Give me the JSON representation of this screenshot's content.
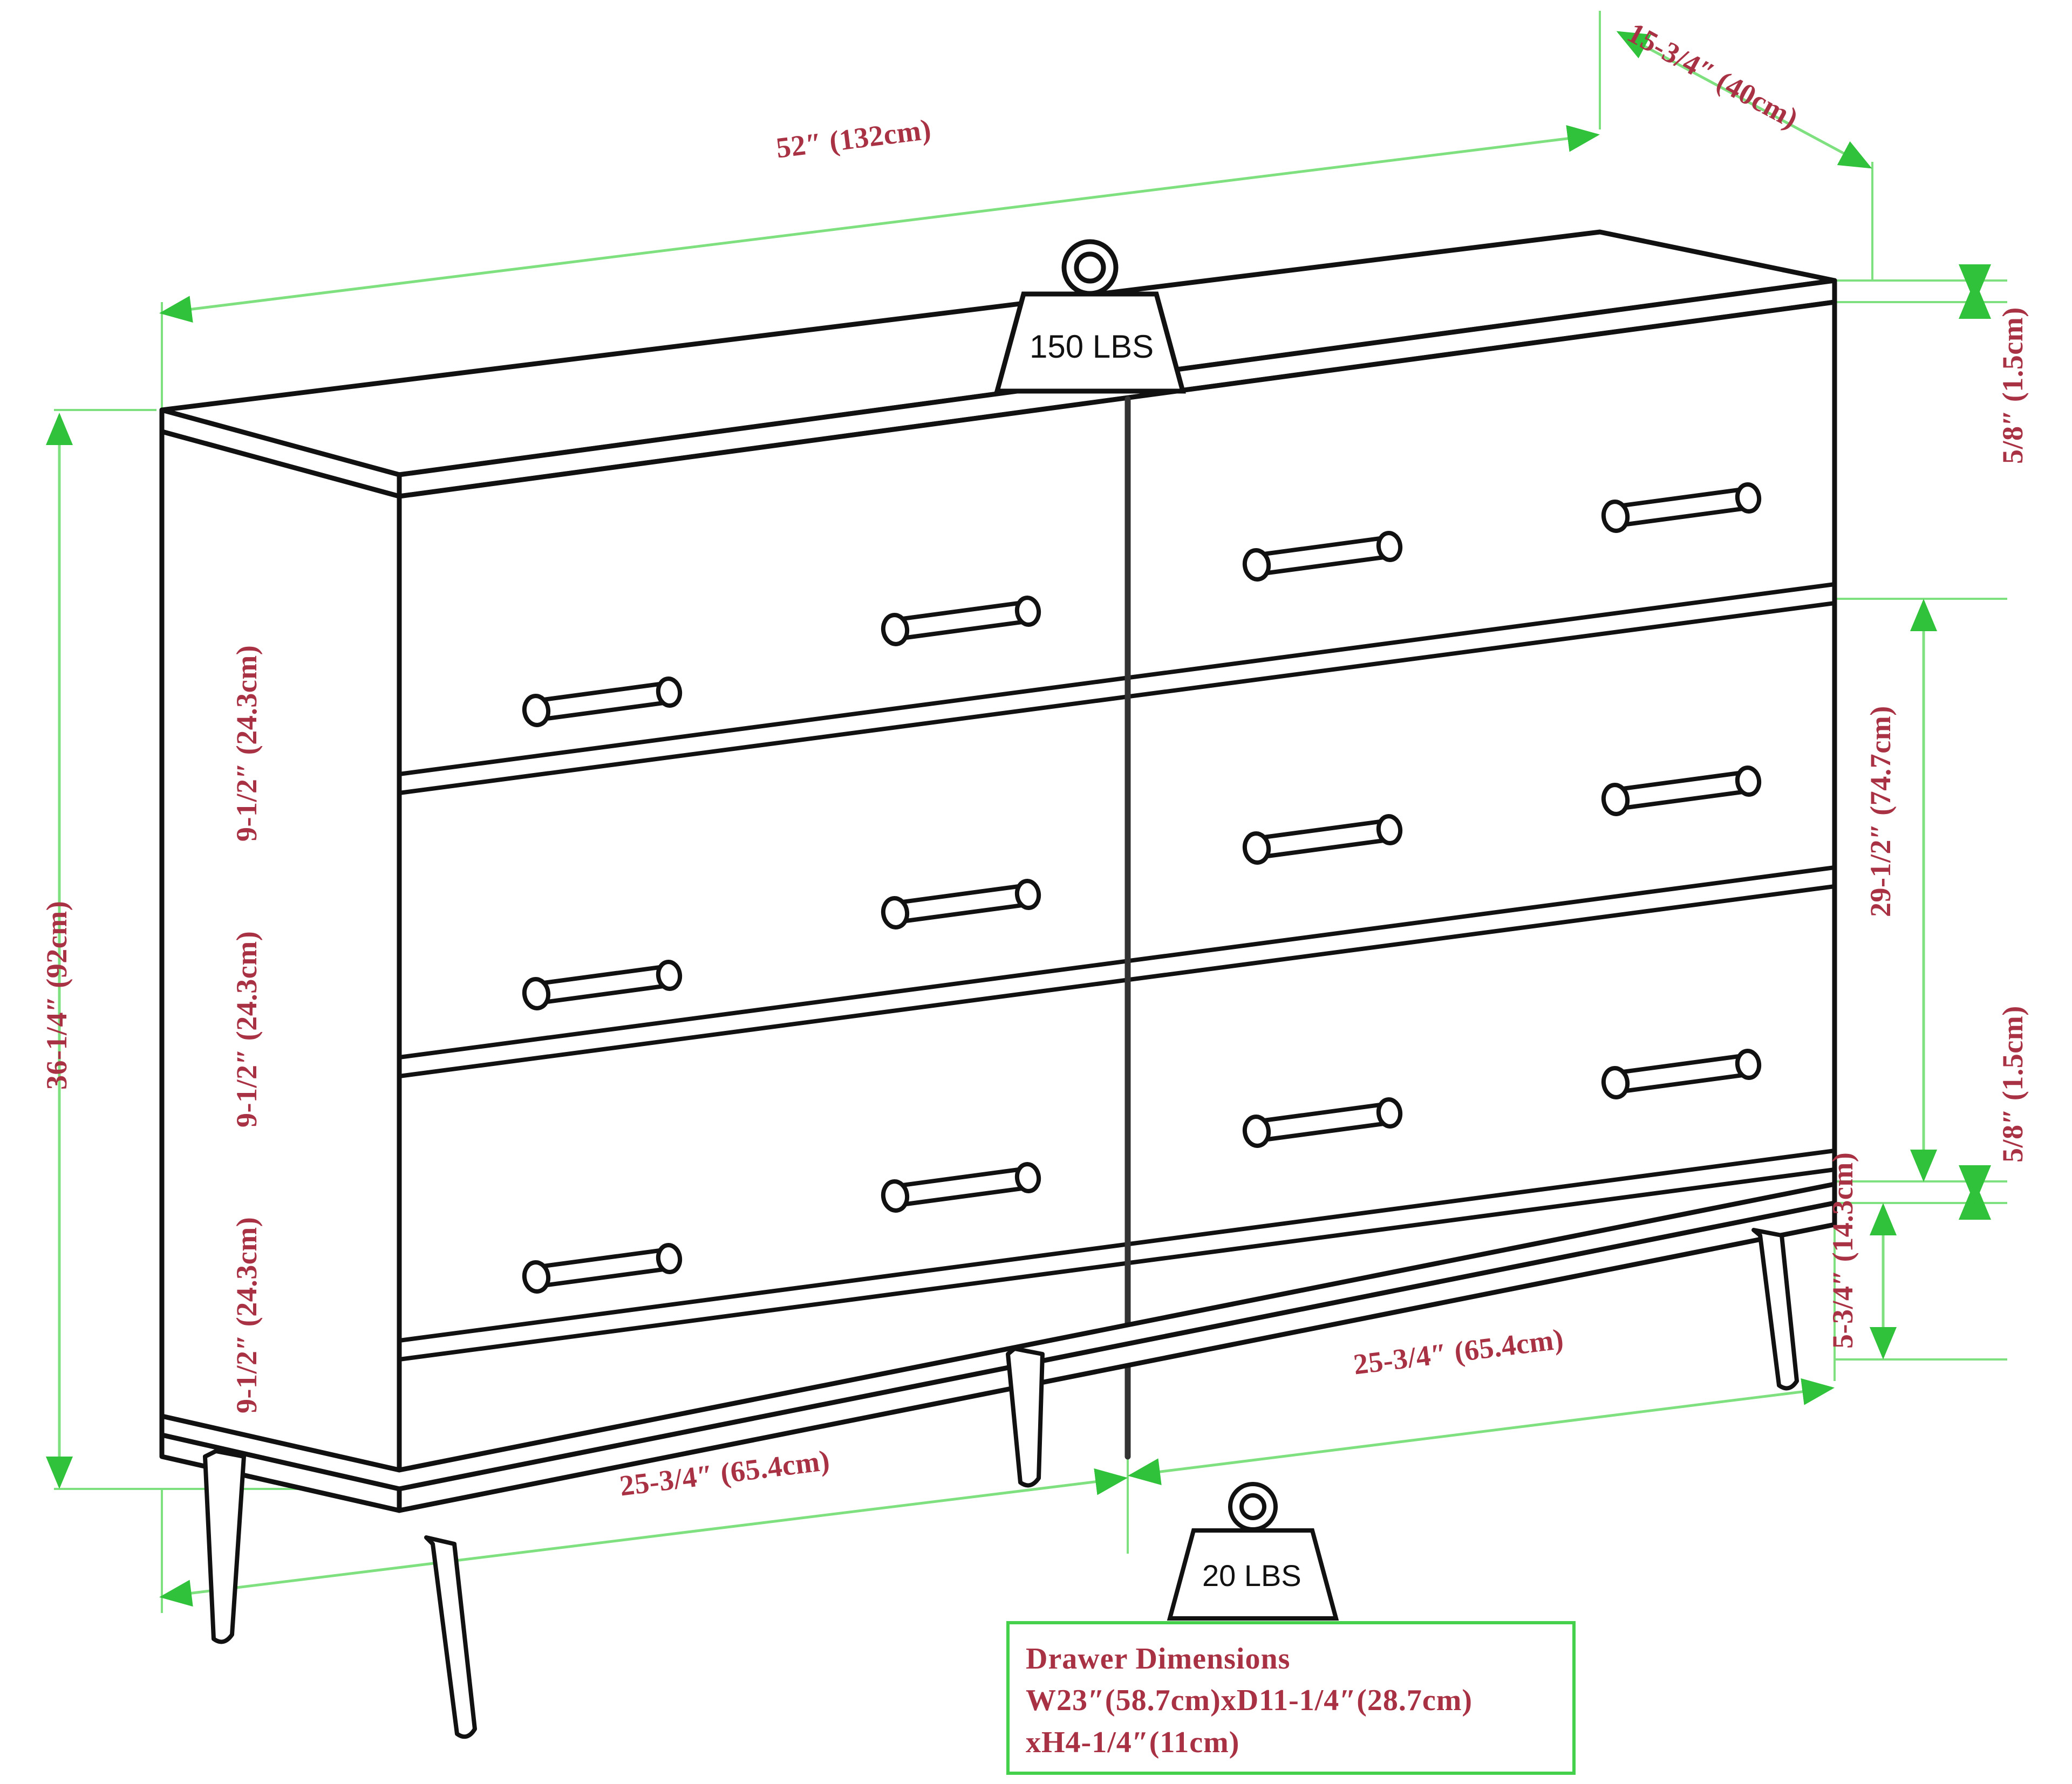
{
  "drawing": {
    "title": "6-Drawer Dresser Dimension Diagram",
    "product": "dresser",
    "view": "isometric",
    "drawer_rows": 3,
    "drawer_columns": 2,
    "total_drawers": 6,
    "handles_per_drawer": 2,
    "leg_count": 4,
    "colors": {
      "outline": "#111111",
      "dimension_line": "#44D04A",
      "dimension_text": "#A83244",
      "info_box_border": "#44D04A",
      "background": "#FFFFFF"
    }
  },
  "dimensions": {
    "overall_width": "52″ (132cm)",
    "overall_depth": "15-3/4″ (40cm)",
    "overall_height": "36-1/4″ (92cm)",
    "top_panel_thickness": "5/8″ (1.5cm)",
    "bottom_panel_thickness": "5/8″ (1.5cm)",
    "drawer_front_height_1": "9-1/2″ (24.3cm)",
    "drawer_front_height_2": "9-1/2″ (24.3cm)",
    "drawer_front_height_3": "9-1/2″ (24.3cm)",
    "drawer_stack_height": "29-1/2″ (74.7cm)",
    "leg_height": "5-3/4″ (14.3cm)",
    "half_width_front": "25-3/4″ (65.4cm)",
    "half_width_right": "25-3/4″ (65.4cm)"
  },
  "weights": {
    "top_capacity": "150 LBS",
    "drawer_capacity": "20 LBS"
  },
  "info_box": {
    "title": "Drawer Dimensions",
    "line1": "W23″(58.7cm)xD11-1/4″(28.7cm)",
    "line2": "xH4-1/4″(11cm)"
  }
}
